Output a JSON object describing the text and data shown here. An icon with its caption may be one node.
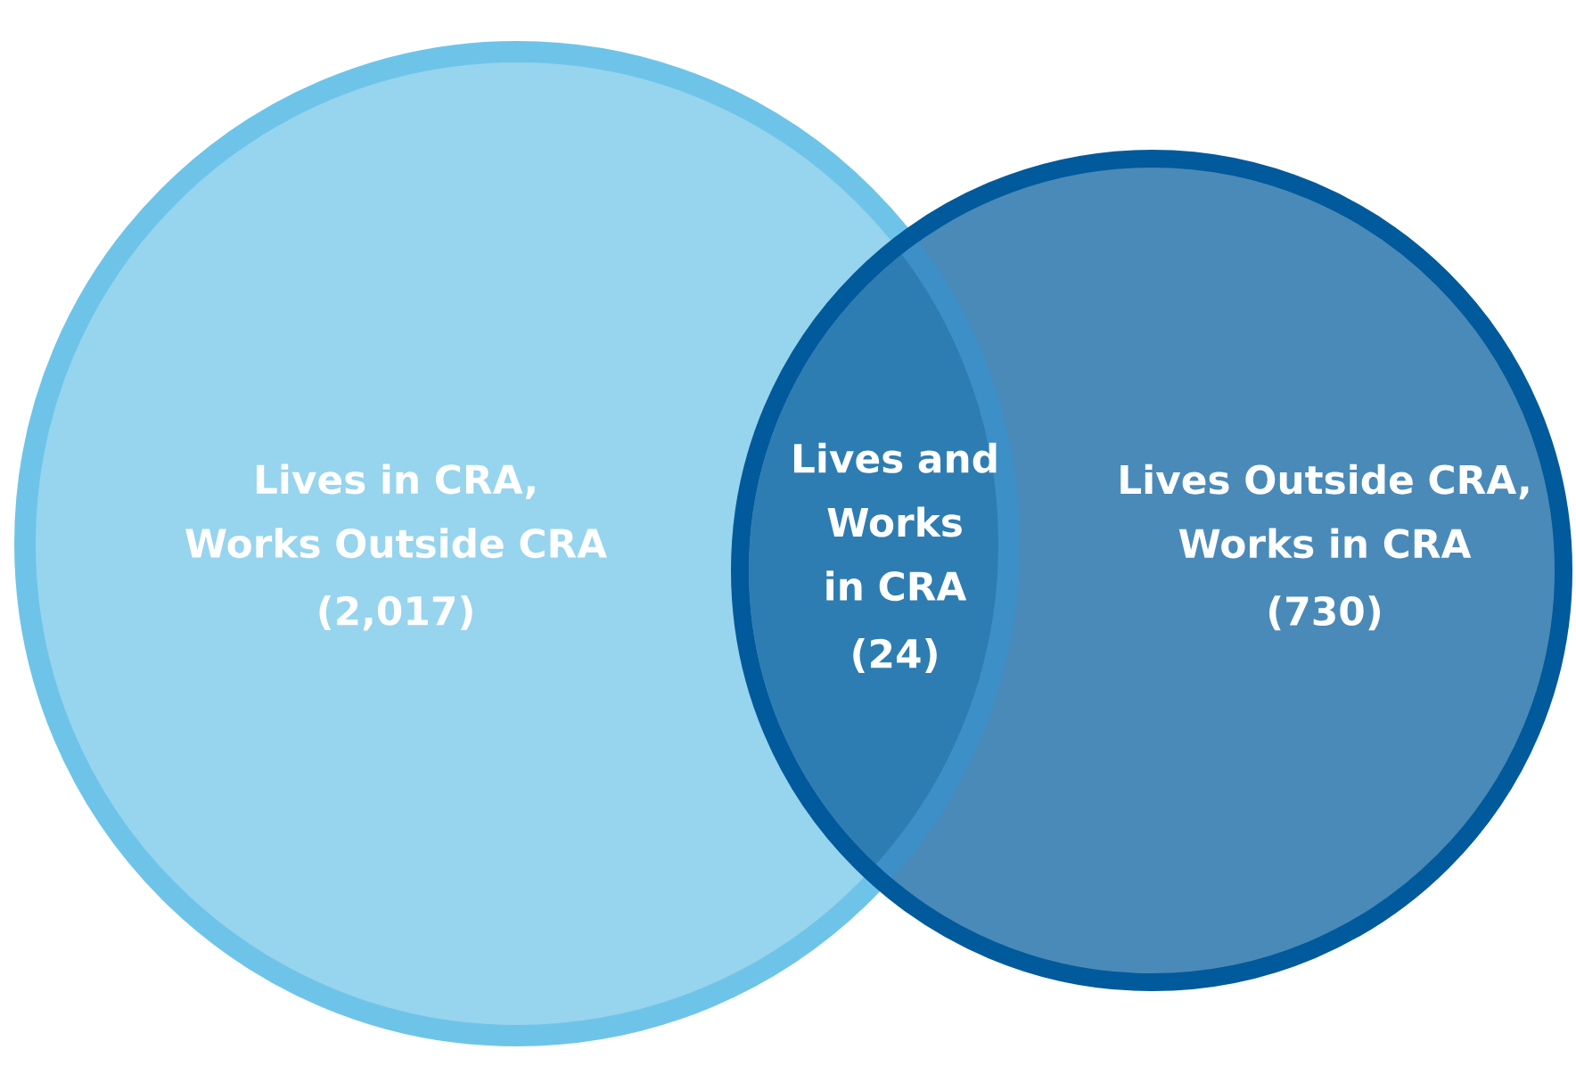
{
  "diagram": {
    "nodes": [
      {
        "text": [
          "Lives in CRA, Works Outside CRA",
          "(2,017)"
        ]
      },
      {
        "text": [
          "Lives and Works in CRA",
          "(24)"
        ]
      },
      {
        "text": [
          "Lives Outside CRA, Works in CRA",
          "(730)"
        ]
      }
    ]
  }
}
